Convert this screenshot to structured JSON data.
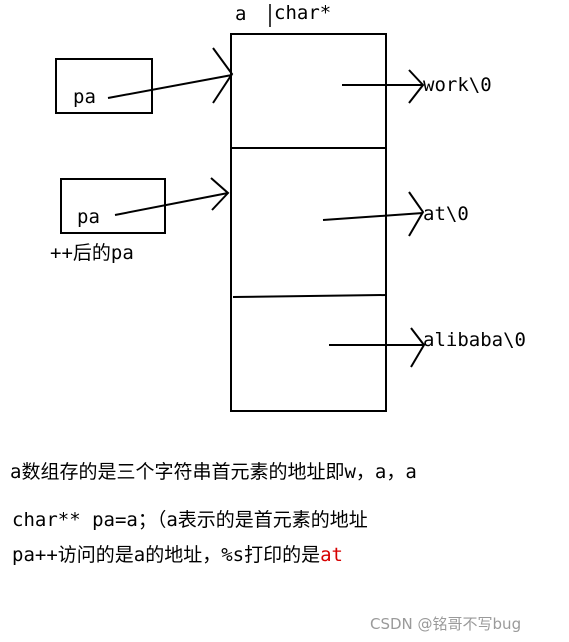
{
  "diagram": {
    "array_label": "a",
    "type_label": "char*",
    "pointer_label_1": "pa",
    "pointer_label_2": "pa",
    "incremented_label": "++后的pa",
    "string_1": "work\\0",
    "string_2": "at\\0",
    "string_3": "alibaba\\0"
  },
  "notes": {
    "line_1": "a数组存的是三个字符串首元素的地址即w，a，a",
    "line_2": "char** pa=a；（a表示的是首元素的地址",
    "line_3_prefix": "pa++访问的是a的地址，%s打印的是",
    "line_3_highlight": "at"
  },
  "watermark": "CSDN @铭哥不写bug",
  "colors": {
    "highlight": "#d60000",
    "ink": "#000000",
    "watermark": "#9a9a9a"
  }
}
